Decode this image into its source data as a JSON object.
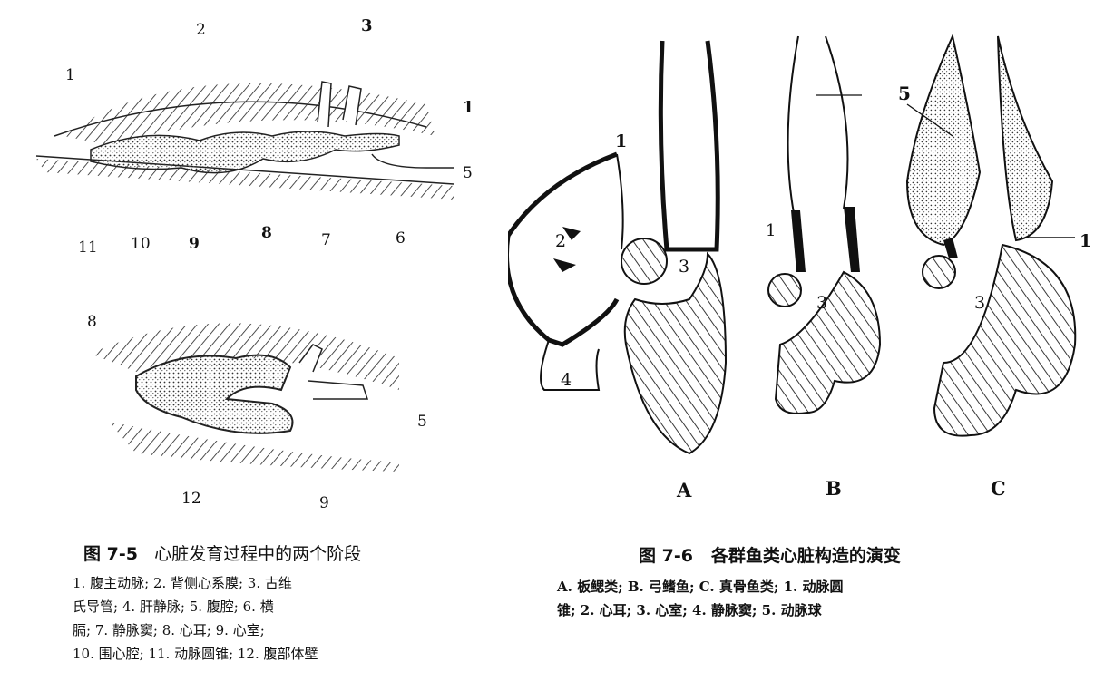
{
  "fig75": {
    "labels_top": [
      "1",
      "2",
      "3",
      "1",
      "5",
      "6",
      "7",
      "8",
      "9",
      "10",
      "11"
    ],
    "labels_bottom": [
      "8",
      "5",
      "9",
      "12"
    ],
    "caption_num": "图 7-5",
    "caption_title": "心脏发育过程中的两个阶段",
    "legend_lines": [
      "1. 腹主动脉;  2. 背侧心系膜;  3. 古维",
      "氏导管;  4. 肝静脉;  5. 腹腔;  6. 横",
      "膈;  7. 静脉窦;  8. 心耳;  9. 心室;",
      "10. 围心腔;  11. 动脉圆锥; 12. 腹部体壁"
    ]
  },
  "fig76": {
    "panel_labels": [
      "A",
      "B",
      "C"
    ],
    "labels_A": [
      "1",
      "2",
      "3",
      "4"
    ],
    "labels_B": [
      "1",
      "3",
      "5"
    ],
    "labels_C": [
      "3",
      "1"
    ],
    "caption_num": "图 7-6",
    "caption_title": "各群鱼类心脏构造的演变",
    "legend_lines": [
      "A. 板鳃类;  B. 弓鳍鱼;  C. 真骨鱼类;  1. 动脉圆",
      "锥;  2. 心耳;  3. 心室;  4. 静脉窦;  5. 动脉球"
    ]
  }
}
